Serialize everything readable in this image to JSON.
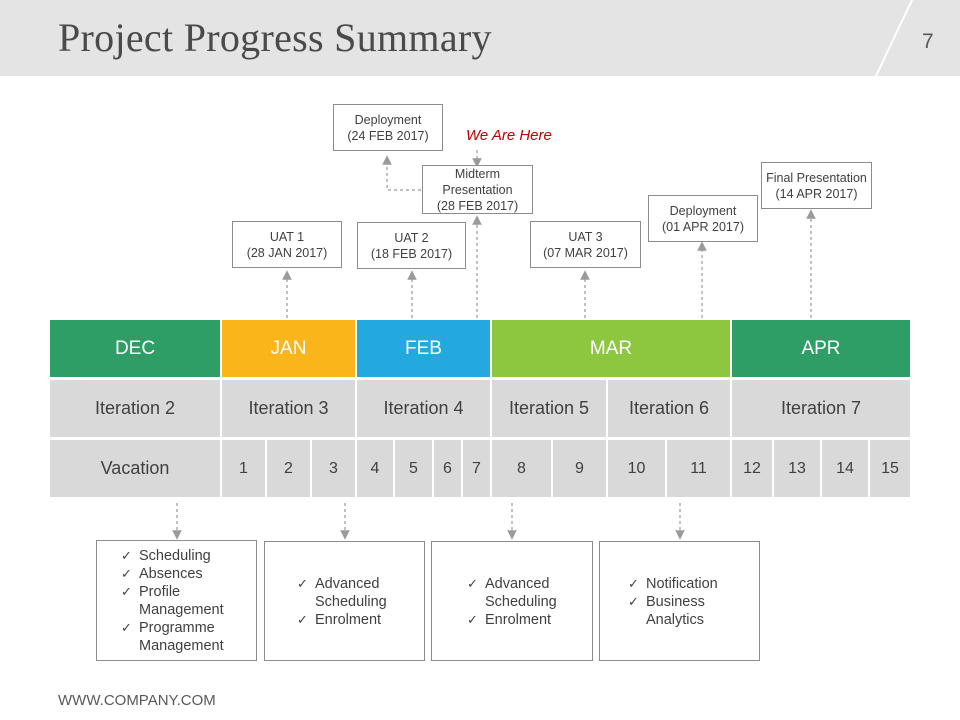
{
  "header": {
    "title": "Project Progress Summary",
    "page_number": "7"
  },
  "footer": {
    "url": "WWW.COMPANY.COM"
  },
  "marker": {
    "label": "We Are Here",
    "color": "#c00000"
  },
  "colors": {
    "dec": "#2e9e66",
    "jan": "#f9b51a",
    "feb": "#23a8e0",
    "mar": "#8dc63f",
    "apr": "#2e9e66"
  },
  "months": [
    "DEC",
    "JAN",
    "FEB",
    "MAR",
    "APR"
  ],
  "iterations": [
    "Iteration 2",
    "Iteration 3",
    "Iteration 4",
    "Iteration 5",
    "Iteration 6",
    "Iteration 7"
  ],
  "vacation": "Vacation",
  "weeks": [
    "1",
    "2",
    "3",
    "4",
    "5",
    "6",
    "7",
    "8",
    "9",
    "10",
    "11",
    "12",
    "13",
    "14",
    "15"
  ],
  "milestones": [
    {
      "line1": "UAT 1",
      "line2": "(28 JAN 2017)"
    },
    {
      "line1": "UAT 2",
      "line2": "(18 FEB 2017)"
    },
    {
      "line1": "Deployment",
      "line2": "(24 FEB 2017)"
    },
    {
      "line1": "Midterm",
      "line2": "Presentation",
      "line3": "(28 FEB 2017)"
    },
    {
      "line1": "UAT 3",
      "line2": "(07 MAR 2017)"
    },
    {
      "line1": "Deployment",
      "line2": "(01 APR 2017)"
    },
    {
      "line1": "Final Presentation",
      "line2": "(14 APR 2017)"
    }
  ],
  "features": [
    [
      "Scheduling",
      "Absences",
      "Profile Management",
      "Programme Management"
    ],
    [
      "Advanced Scheduling",
      "Enrolment"
    ],
    [
      "Advanced Scheduling",
      "Enrolment"
    ],
    [
      "Notification",
      "Business Analytics"
    ]
  ]
}
